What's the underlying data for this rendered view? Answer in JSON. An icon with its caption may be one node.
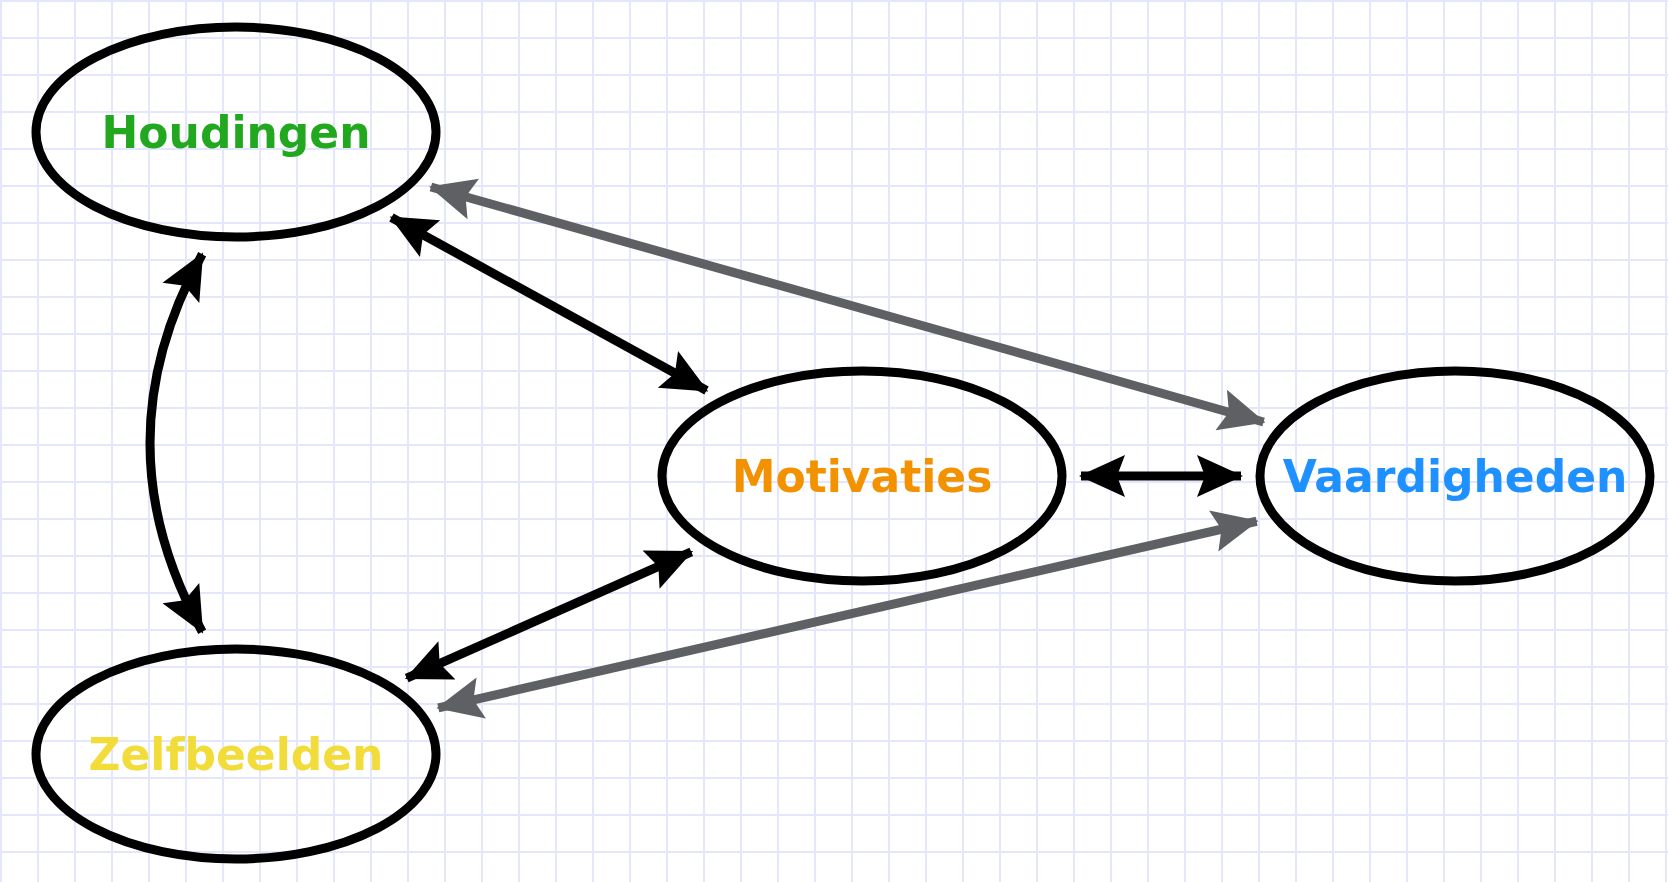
{
  "diagram": {
    "nodes": [
      {
        "text": [
          "Houdingen"
        ]
      },
      {
        "text": [
          "Motivaties"
        ]
      },
      {
        "text": [
          "Vaardigheden"
        ]
      },
      {
        "text": [
          "Zelfbeelden"
        ]
      }
    ],
    "edges": [
      {
        "from": 0,
        "to": 2,
        "arrow": "both",
        "color": "#5f6063"
      },
      {
        "from": 0,
        "to": 1,
        "arrow": "both"
      },
      {
        "from": 0,
        "to": 3,
        "arrow": "both"
      },
      {
        "from": 1,
        "to": 2,
        "arrow": "both"
      },
      {
        "from": 3,
        "to": 1,
        "arrow": "both"
      },
      {
        "from": 3,
        "to": 2,
        "arrow": "both",
        "color": "#5f6063"
      }
    ]
  }
}
